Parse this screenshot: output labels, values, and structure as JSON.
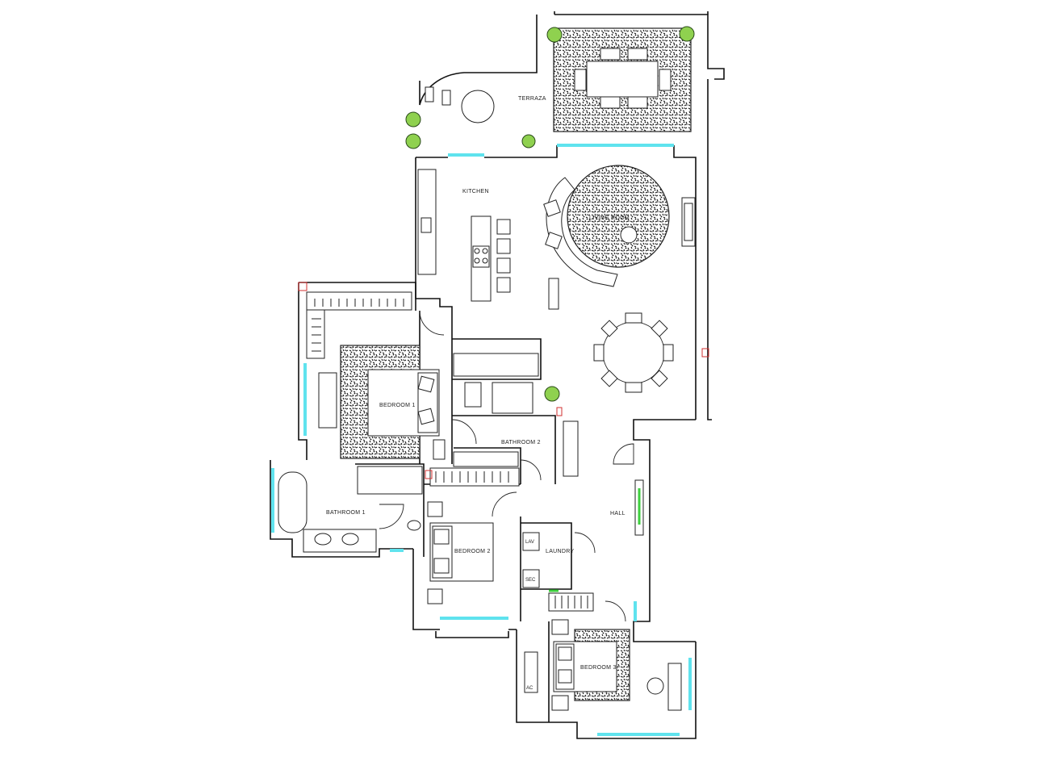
{
  "drawing": {
    "rooms": {
      "terraza": "TERRAZA",
      "kitchen": "KITCHEN",
      "living_room": "LIVING ROOM",
      "bedroom_1": "BEDROOM 1",
      "bathroom_2": "BATHROOM 2",
      "bathroom_1": "BATHROOM 1",
      "hall": "HALL",
      "bedroom_2": "BEDROOM 2",
      "laundry": "LAUNDRY",
      "bedroom_3": "BEDROOM 3"
    },
    "fixtures": {
      "lav": "LAV",
      "sec": "SEC",
      "ac": "AC"
    },
    "colors": {
      "walls": "#111111",
      "glazing": "#5fe3ee",
      "planting": "#8fd14f",
      "accent_green": "#3ecf3e",
      "accent_red": "#d03030"
    }
  }
}
